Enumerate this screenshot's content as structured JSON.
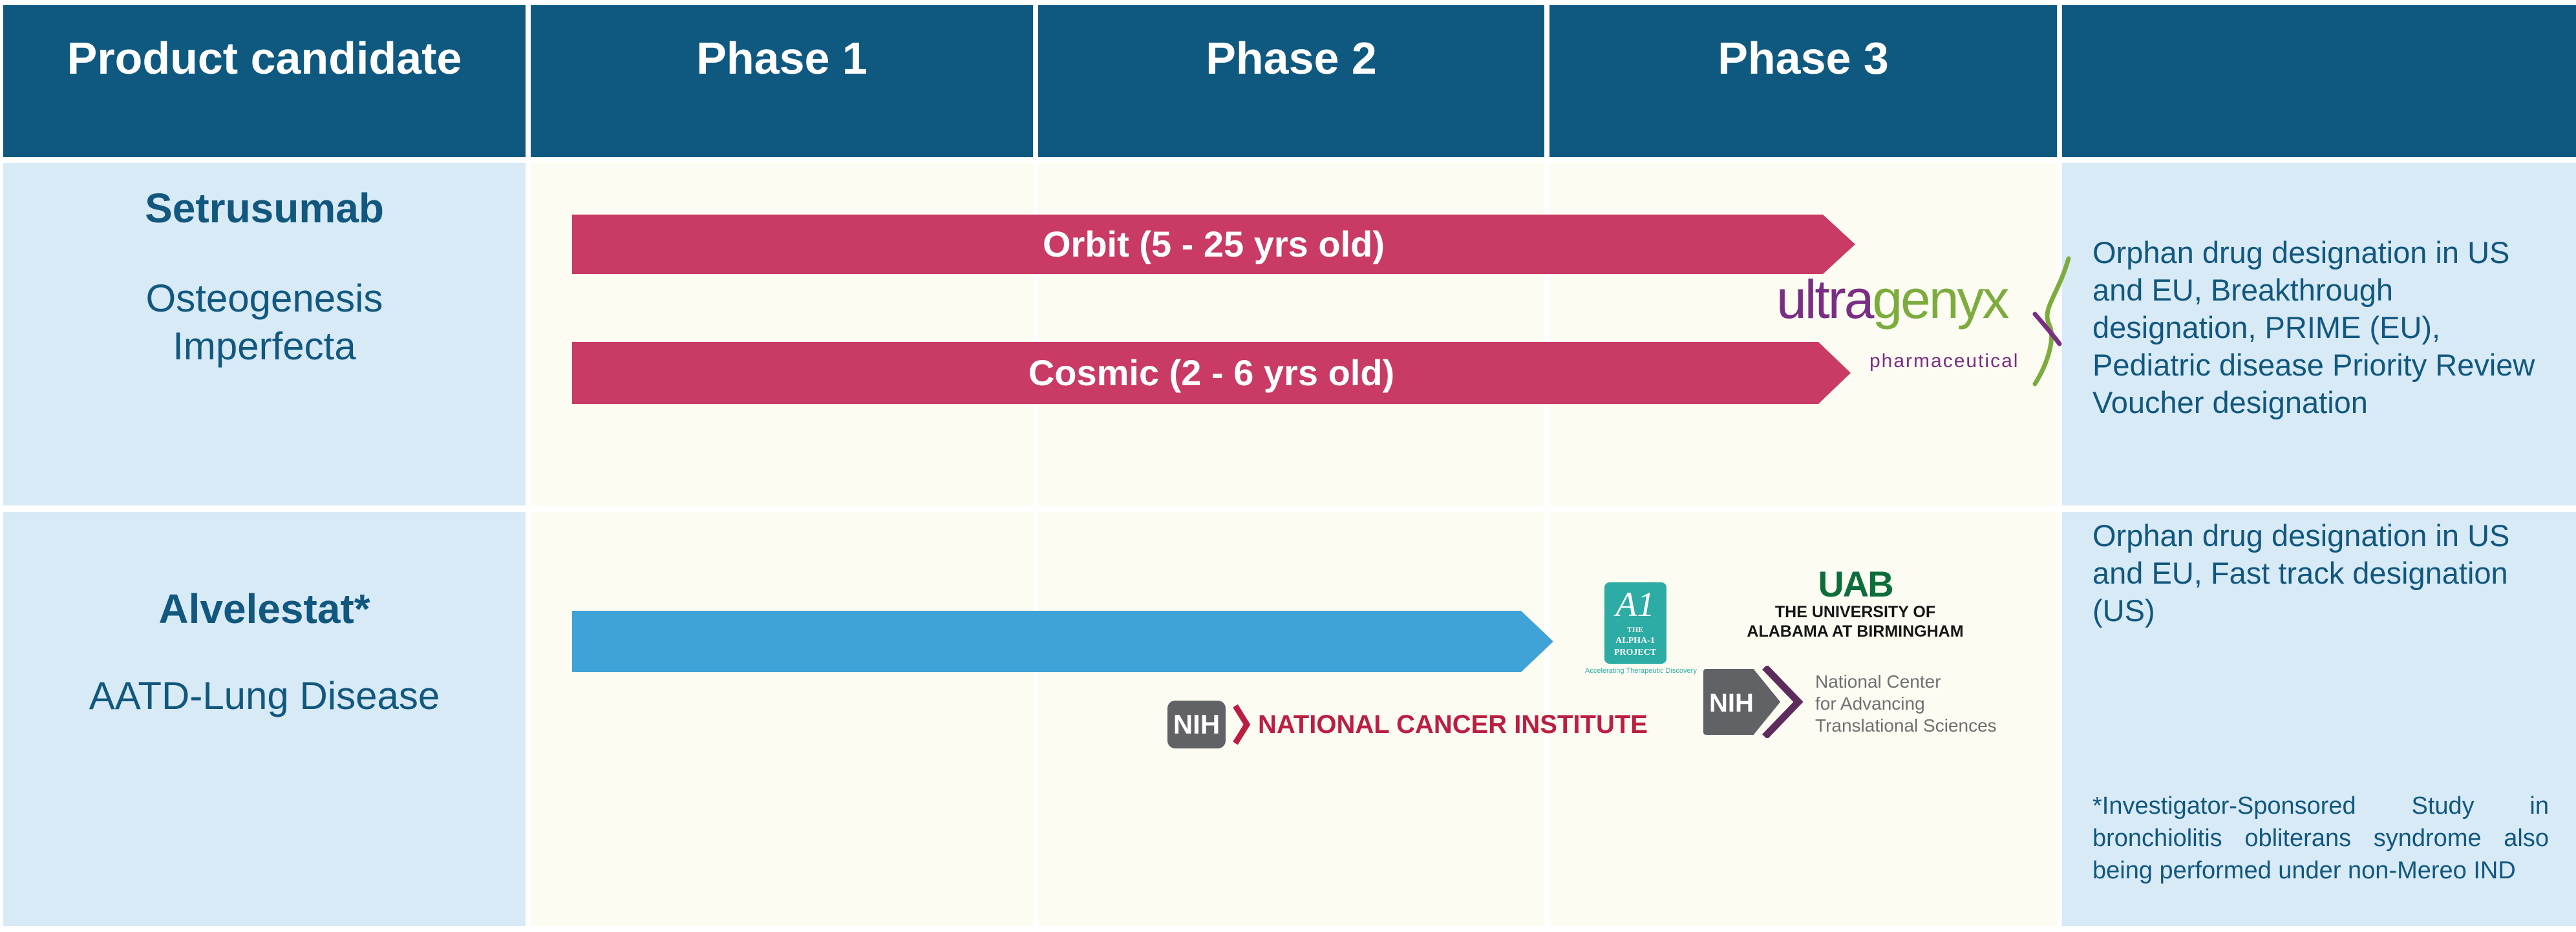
{
  "header": {
    "cols": [
      "Product candidate",
      "Phase 1",
      "Phase 2",
      "Phase 3",
      ""
    ]
  },
  "rows": [
    {
      "product": "Setrusumab",
      "indication": "Osteogenesis Imperfecta",
      "trials": [
        {
          "label": "Orbit  (5 - 25 yrs old)"
        },
        {
          "label": "Cosmic (2 - 6 yrs old)"
        }
      ],
      "designations": "Orphan drug designation in US and EU, Breakthrough designation, PRIME (EU), Pediatric disease Priority Review Voucher designation"
    },
    {
      "product": "Alvelestat*",
      "indication": "AATD-Lung Disease",
      "designations": "Orphan drug designation in US and EU, Fast track designation (US)",
      "footnote": "*Investigator-Sponsored Study in bronchiolitis obliterans syndrome also being performed under non-Mereo IND"
    }
  ],
  "logos": {
    "ultragenyx": {
      "part1": "ultra",
      "part2": "genyx",
      "sub": "pharmaceutical"
    },
    "alpha1": {
      "mark": "A1",
      "line1": "THE",
      "line2": "ALPHA-1",
      "line3": "PROJECT",
      "tagline": "Accelerating Therapeutic Discovery"
    },
    "uab": {
      "mark": "UAB",
      "line1": "THE UNIVERSITY OF",
      "line2": "ALABAMA AT BIRMINGHAM"
    },
    "nci": {
      "mark": "NIH",
      "text": "NATIONAL CANCER INSTITUTE"
    },
    "ncats": {
      "mark": "NIH",
      "line1": "National Center",
      "line2": "for Advancing",
      "line3": "Translational Sciences"
    }
  },
  "colors": {
    "header_blue": "#0F5980",
    "light_blue": "#D7EAF6",
    "cream": "#FDFCF2",
    "text_blue": "#12577E",
    "trial_magenta": "#C93A64",
    "trial_blue": "#3FA3D8",
    "nci_red": "#BB1E41",
    "nih_gray": "#616265",
    "ncats_purple": "#5E2C5C",
    "uab_green": "#0E6E3B",
    "alpha1_teal": "#2CACA4",
    "ultragenyx_purple": "#7A2E83",
    "ultragenyx_green": "#7CAC3D"
  }
}
